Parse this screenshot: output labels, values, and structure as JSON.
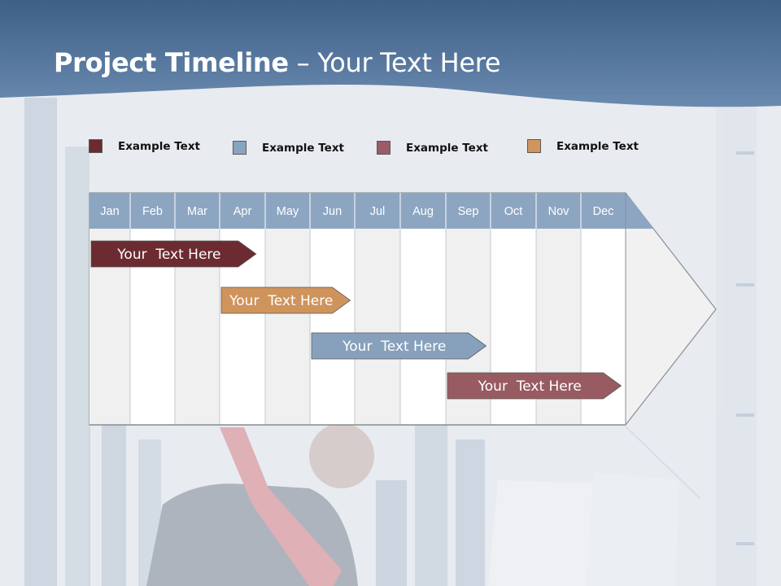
{
  "slide": {
    "title_bold": "Project Timeline",
    "title_rest": "– Your Text Here"
  },
  "legend": [
    {
      "label": "Example Text",
      "color": "#6b2b30"
    },
    {
      "label": "Example Text",
      "color": "#8aa4c0"
    },
    {
      "label": "Example Text",
      "color": "#9a5c66"
    },
    {
      "label": "Example Text",
      "color": "#d0945c"
    }
  ],
  "timeline": {
    "months": [
      "Jan",
      "Feb",
      "Mar",
      "Apr",
      "May",
      "Jun",
      "Jul",
      "Aug",
      "Sep",
      "Oct",
      "Nov",
      "Dec"
    ],
    "header_color": "#8ca6c2",
    "tasks": [
      {
        "label": "Your  Text Here",
        "start": 0,
        "end": 3.8,
        "color": "#6b2b30"
      },
      {
        "label": "Your  Text Here",
        "start": 3,
        "end": 5.9,
        "color": "#cf935c"
      },
      {
        "label": "Your  Text Here",
        "start": 5,
        "end": 8.9,
        "color": "#87a1bd"
      },
      {
        "label": "Your  Text Here",
        "start": 8,
        "end": 11.9,
        "color": "#985b62"
      }
    ]
  },
  "colors": {
    "header_band": "#5a7aa0",
    "background": "#e9ecf1"
  }
}
